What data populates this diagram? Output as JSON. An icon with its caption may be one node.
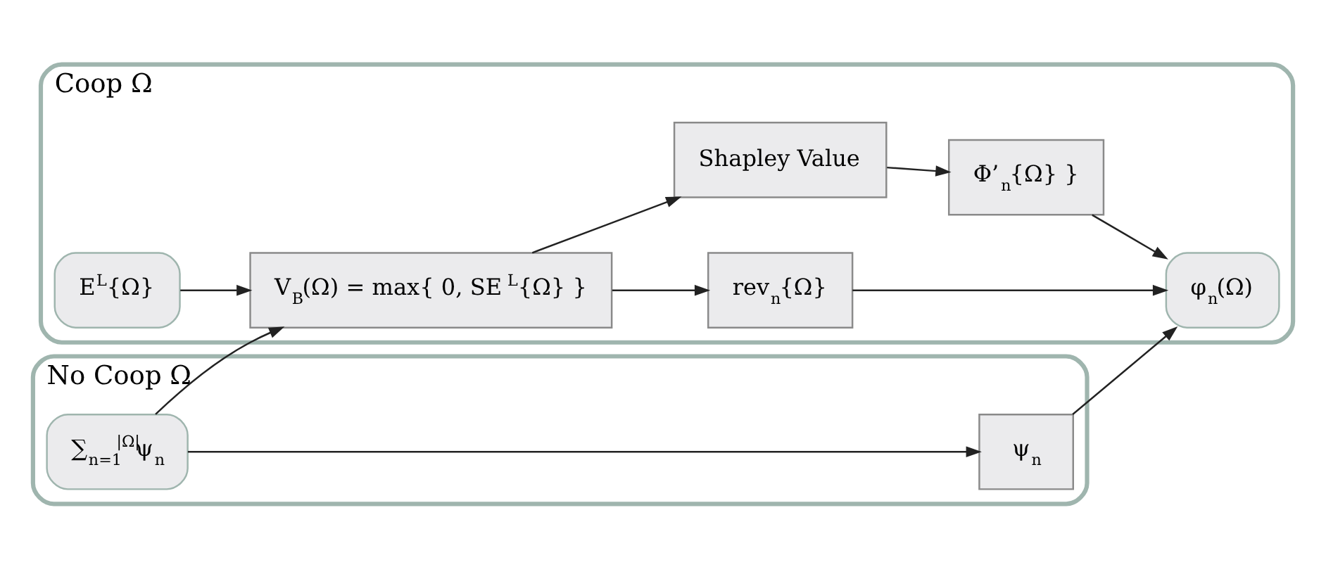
{
  "diagram": {
    "nodes": [
      {
        "text": [
          "Coop Ω"
        ]
      },
      {
        "text": [
          "E$^{L}${Ω}"
        ],
        "in": 0
      },
      {
        "text": [
          "V$_{B}$(Ω) = max{ 0, SE$^{L}${Ω} }"
        ],
        "in": 0
      },
      {
        "text": [
          "rev$_{n}${Ω}"
        ],
        "in": 0
      },
      {
        "text": [
          "Shapley Value"
        ],
        "in": 0
      },
      {
        "text": [
          "Φ’$_{n}${Ω} }"
        ],
        "in": 0
      },
      {
        "text": [
          "φ$_{n}$(Ω)"
        ],
        "in": 0
      },
      {
        "text": [
          "No Coop Ω"
        ]
      },
      {
        "text": [
          "∑$_{n=1}$$^{|Ω|}$ψ$_{n}$"
        ],
        "in": 7
      },
      {
        "text": [
          "ψ$_{n}$"
        ],
        "in": 7
      }
    ],
    "edges": [
      {
        "from": 1,
        "to": 2,
        "arrow": "to"
      },
      {
        "from": 8,
        "to": 2,
        "arrow": "to"
      },
      {
        "from": 2,
        "to": 3,
        "arrow": "to"
      },
      {
        "from": 2,
        "to": 4,
        "arrow": "to"
      },
      {
        "from": 4,
        "to": 5,
        "arrow": "to"
      },
      {
        "from": 3,
        "to": 6,
        "arrow": "to"
      },
      {
        "from": 5,
        "to": 6,
        "arrow": "to"
      },
      {
        "from": 9,
        "to": 6,
        "arrow": "to"
      },
      {
        "from": 8,
        "to": 9,
        "arrow": "to"
      }
    ]
  }
}
